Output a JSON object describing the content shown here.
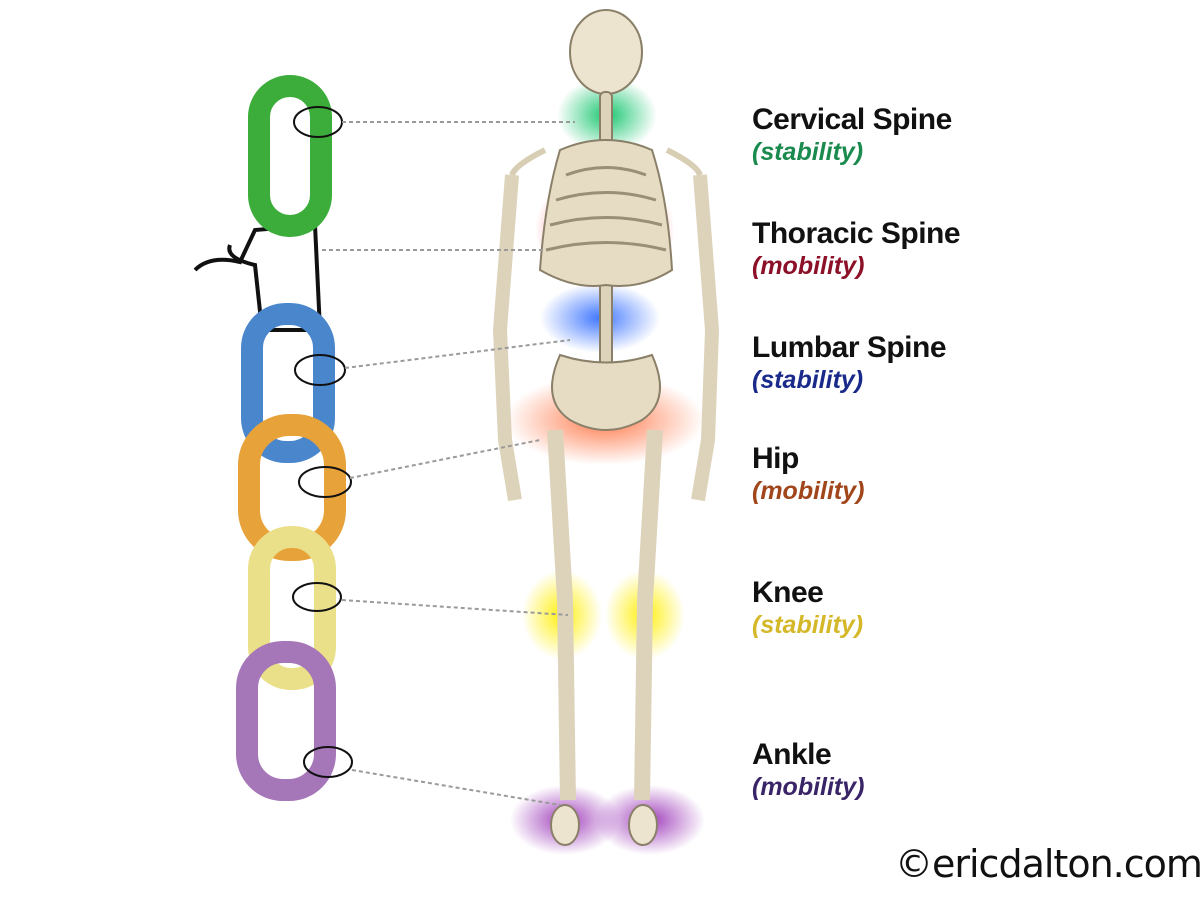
{
  "segments": [
    {
      "name": "Cervical Spine",
      "role": "(stability)",
      "color": "#1a8a4e"
    },
    {
      "name": "Thoracic Spine",
      "role": "(mobility)",
      "color": "#8b1028"
    },
    {
      "name": "Lumbar Spine",
      "role": "(stability)",
      "color": "#1a2a8a"
    },
    {
      "name": "Hip",
      "role": "(mobility)",
      "color": "#a0461a"
    },
    {
      "name": "Knee",
      "role": "(stability)",
      "color": "#d4b82a"
    },
    {
      "name": "Ankle",
      "role": "(mobility)",
      "color": "#3a2468"
    }
  ],
  "credit": "©ericdalton.com"
}
